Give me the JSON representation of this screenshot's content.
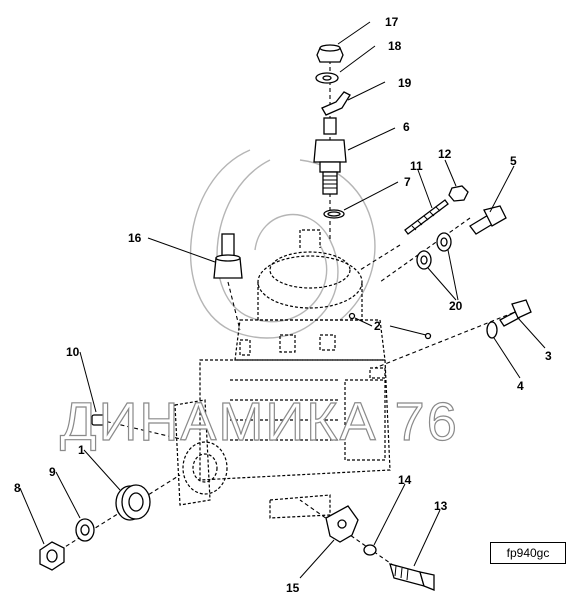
{
  "figure_code": "fp940gc",
  "watermark": "ДИНАМИКА 76",
  "callouts": [
    "1",
    "2",
    "3",
    "4",
    "5",
    "6",
    "7",
    "8",
    "9",
    "10",
    "11",
    "12",
    "13",
    "14",
    "15",
    "16",
    "17",
    "18",
    "19",
    "20"
  ]
}
